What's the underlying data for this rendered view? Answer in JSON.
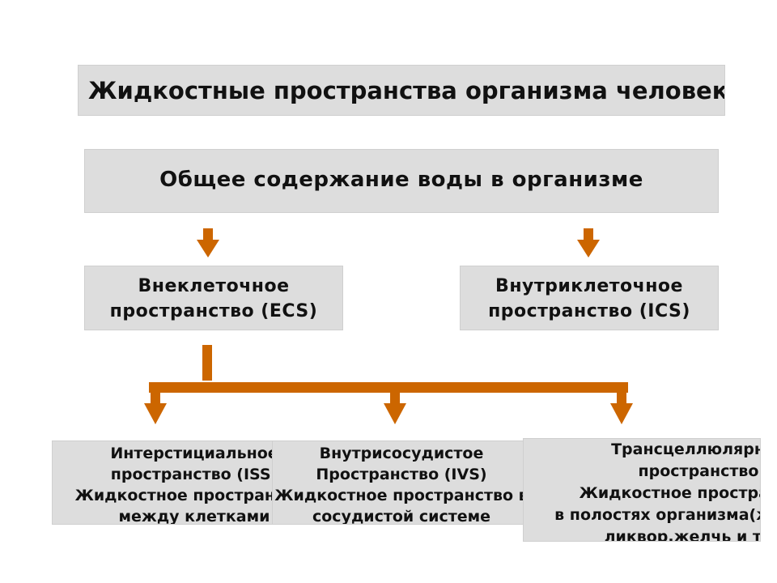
{
  "colors": {
    "box_fill": "#dddddd",
    "arrow": "#cc6600",
    "text": "#111111"
  },
  "diagram": {
    "title": "Жидкостные пространства организма человека",
    "total_water": "Общее содержание воды в организме",
    "ecs": {
      "line1": "Внеклеточное",
      "line2": "пространство (ECS)"
    },
    "ics": {
      "line1": "Внутриклеточное",
      "line2": "пространство (ICS)"
    },
    "interstitial": {
      "line1": "Интерстициальное",
      "line2": "пространство (ISS)",
      "line3": "Жидкостное пространство",
      "line4": "между клетками"
    },
    "intravascular": {
      "line1": "Внутрисосудистое",
      "line2": "Пространство (IVS)",
      "line3": "Жидкостное пространство в",
      "line4": "сосудистой системе"
    },
    "transcellular": {
      "line1": "Трансцеллюлярное",
      "line2": "пространство",
      "line3": "Жидкостное пространство",
      "line4": "в полостях организма(желудок,",
      "line5": "ликвор,желчь и т.д.)"
    }
  }
}
